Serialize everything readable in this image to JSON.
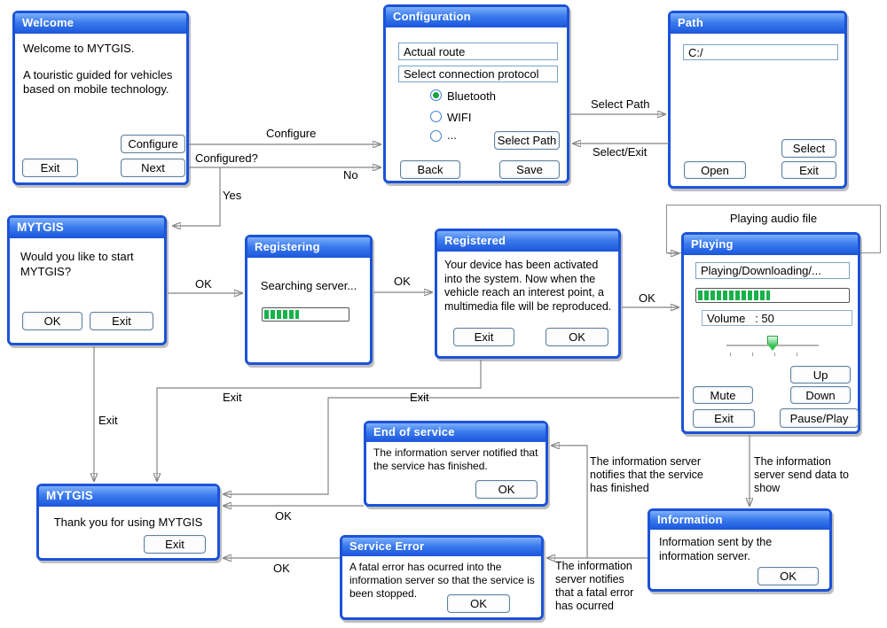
{
  "windows": {
    "welcome": {
      "title": "Welcome",
      "body1": "Welcome to MYTGIS.",
      "body2": "A touristic guided for vehicles based on mobile technology.",
      "buttons": {
        "configure": "Configure",
        "exit": "Exit",
        "next": "Next"
      }
    },
    "configuration": {
      "title": "Configuration",
      "route_value": "Actual route",
      "protocol_value": "Select connection protocol",
      "radios": {
        "bluetooth": "Bluetooth",
        "wifi": "WIFI",
        "other": "..."
      },
      "selected_radio": "Bluetooth",
      "buttons": {
        "select_path": "Select Path",
        "back": "Back",
        "save": "Save"
      }
    },
    "path": {
      "title": "Path",
      "path_value": "C:/",
      "buttons": {
        "select": "Select",
        "open": "Open",
        "exit": "Exit"
      }
    },
    "mytgis_start": {
      "title": "MYTGIS",
      "body": "Would you like to start MYTGIS?",
      "buttons": {
        "ok": "OK",
        "exit": "Exit"
      }
    },
    "registering": {
      "title": "Registering",
      "body": "Searching server...",
      "progress_percent": 42
    },
    "registered": {
      "title": "Registered",
      "body": "Your device has been activated into the system. Now when the vehicle reach an interest point, a multimedia file will be reproduced.",
      "buttons": {
        "exit": "Exit",
        "ok": "OK"
      }
    },
    "playing": {
      "title": "Playing",
      "backdrop_label": "Playing audio file",
      "status_value": "Playing/Downloading/...",
      "progress_percent": 48,
      "volume_text": "Volume   : 50",
      "volume_value": 50,
      "buttons": {
        "up": "Up",
        "mute": "Mute",
        "down": "Down",
        "exit": "Exit",
        "pause_play": "Pause/Play"
      }
    },
    "end_of_service": {
      "title": "End of service",
      "body": "The information server notified that the service has finished.",
      "buttons": {
        "ok": "OK"
      }
    },
    "mytgis_end": {
      "title": "MYTGIS",
      "body": "Thank you for using MYTGIS",
      "buttons": {
        "exit": "Exit"
      }
    },
    "service_error": {
      "title": "Service Error",
      "body": "A fatal error has ocurred into the information server so that the service is been stopped.",
      "buttons": {
        "ok": "OK"
      }
    },
    "information": {
      "title": "Information",
      "body": "Information sent by the information server.",
      "buttons": {
        "ok": "OK"
      }
    }
  },
  "connectors": {
    "configure": "Configure",
    "configured": "Configured?",
    "no": "No",
    "yes": "Yes",
    "select_path": "Select Path",
    "select_exit": "Select/Exit",
    "ok_start": "OK",
    "ok_registering": "OK",
    "ok_registered": "OK",
    "ok_end_of_service": "OK",
    "ok_service_error": "OK",
    "exit_start": "Exit",
    "exit_registered": "Exit",
    "exit_playing": "Exit",
    "note_finished": "The information server notifies that the service has finished",
    "note_send_data": "The information server send data to show",
    "note_fatal": "The information server notifies that a fatal error has ocurred"
  },
  "colors": {
    "window_frame": "#1b53d8",
    "titlebar_top": "#7db0fa",
    "titlebar_bottom": "#1a55dc",
    "progress_green": "#17b24a",
    "radio_selected_green": "#18a43c",
    "line_gray": "#858585",
    "arrow_black": "#000000"
  }
}
